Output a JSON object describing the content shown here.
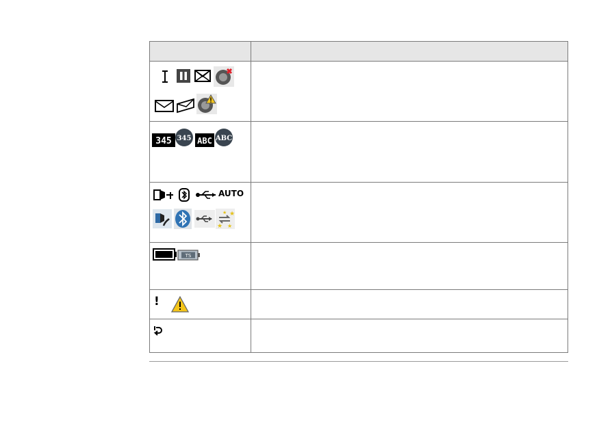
{
  "table": {
    "header": [
      "",
      ""
    ],
    "rows": [
      {
        "icons": [
          "cursor-icon",
          "pause-icon",
          "no-messages-icon",
          "sync-error-icon",
          "message-icon",
          "unread-messages-icon",
          "sync-warning-icon"
        ],
        "description": ""
      },
      {
        "icons": [
          "numeric-mode-icon",
          "numeric-mode-round-icon",
          "alpha-mode-icon",
          "alpha-mode-round-icon"
        ],
        "description": ""
      },
      {
        "icons": [
          "radio-interface-icon",
          "bluetooth-icon",
          "usb-icon",
          "auto-connect-icon",
          "radio-interface-color-icon",
          "bluetooth-color-icon",
          "usb-color-icon",
          "auto-connect-color-icon"
        ],
        "description": ""
      },
      {
        "icons": [
          "battery-icon",
          "ts-battery-icon"
        ],
        "description": ""
      },
      {
        "icons": [
          "warning-text-icon",
          "warning-triangle-icon"
        ],
        "description": ""
      },
      {
        "icons": [
          "back-arrow-icon"
        ],
        "description": ""
      }
    ]
  },
  "labels": {
    "icon_auto": "AUTO",
    "icon_345": "345",
    "icon_abc": "ABC",
    "icon_ts": "TS",
    "icon_exclaim": "!"
  }
}
